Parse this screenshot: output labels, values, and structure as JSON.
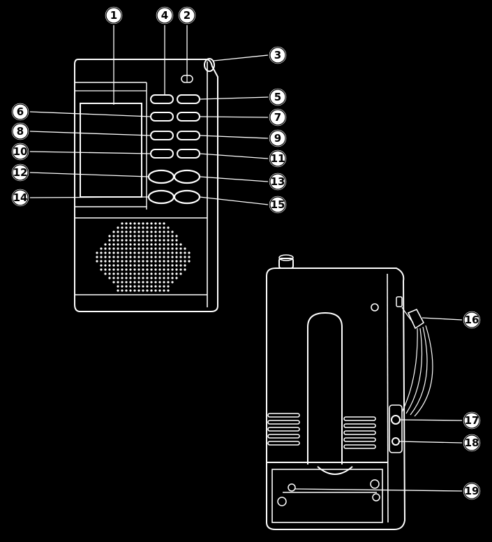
{
  "diagram": {
    "background_color": "#000000",
    "line_color": "#ffffff",
    "callouts": [
      {
        "label": "1"
      },
      {
        "label": "2"
      },
      {
        "label": "3"
      },
      {
        "label": "4"
      },
      {
        "label": "5"
      },
      {
        "label": "6"
      },
      {
        "label": "7"
      },
      {
        "label": "8"
      },
      {
        "label": "9"
      },
      {
        "label": "10"
      },
      {
        "label": "11"
      },
      {
        "label": "12"
      },
      {
        "label": "13"
      },
      {
        "label": "14"
      },
      {
        "label": "15"
      },
      {
        "label": "16"
      },
      {
        "label": "17"
      },
      {
        "label": "18"
      },
      {
        "label": "19"
      }
    ]
  }
}
